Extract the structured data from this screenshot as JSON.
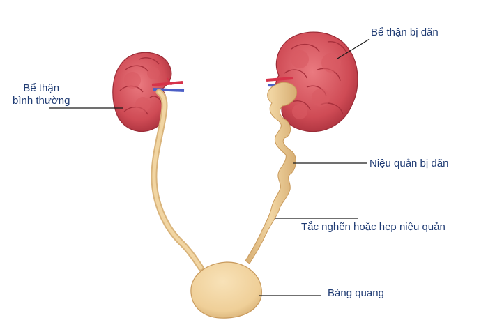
{
  "labels": {
    "normal_pelvis_line1": "Bể thận",
    "normal_pelvis_line2": "bình thường",
    "dilated_pelvis": "Bể thận bị dãn",
    "dilated_ureter": "Niệu quản bị dãn",
    "obstruction": "Tắc nghẽn hoặc hẹp niệu quản",
    "bladder": "Bàng quang"
  },
  "colors": {
    "kidney": "#cf4b55",
    "kidney_dark": "#a8303c",
    "ureter": "#e8c48c",
    "bladder": "#efcf98",
    "vessel_red": "#d6334a",
    "vessel_blue": "#4c5fc6",
    "text": "#1f3b73",
    "leader_line": "#1a1a1a"
  }
}
